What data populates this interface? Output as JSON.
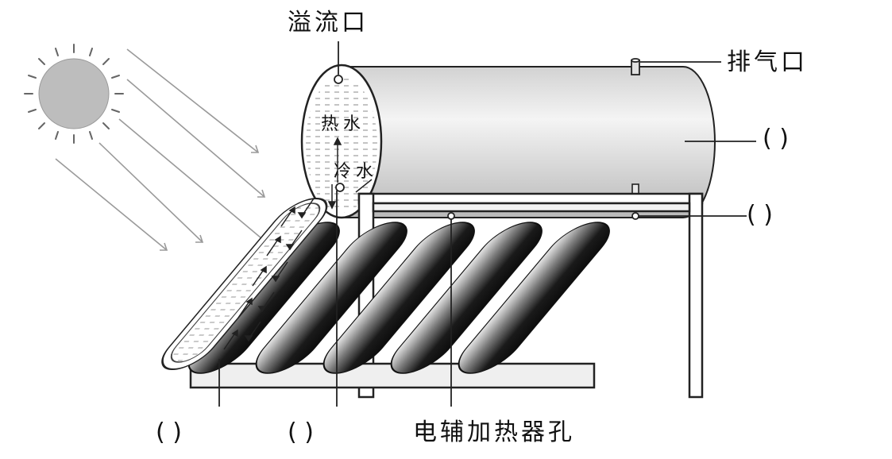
{
  "labels": {
    "overflow": "溢流口",
    "vent": "排气口",
    "hot_water": "热水",
    "cold_water": "冷水",
    "electric_hole": "电辅加热器孔"
  },
  "blanks": {
    "tank": "(        )",
    "bracket": "(        )",
    "bottom_left": "(        )",
    "bottom_mid": "(        )"
  },
  "colors": {
    "line": "#222222",
    "tank_shade": "#c9c9c9",
    "tube_dark": "#1c1c1c",
    "sun": "#bdbdbd"
  }
}
